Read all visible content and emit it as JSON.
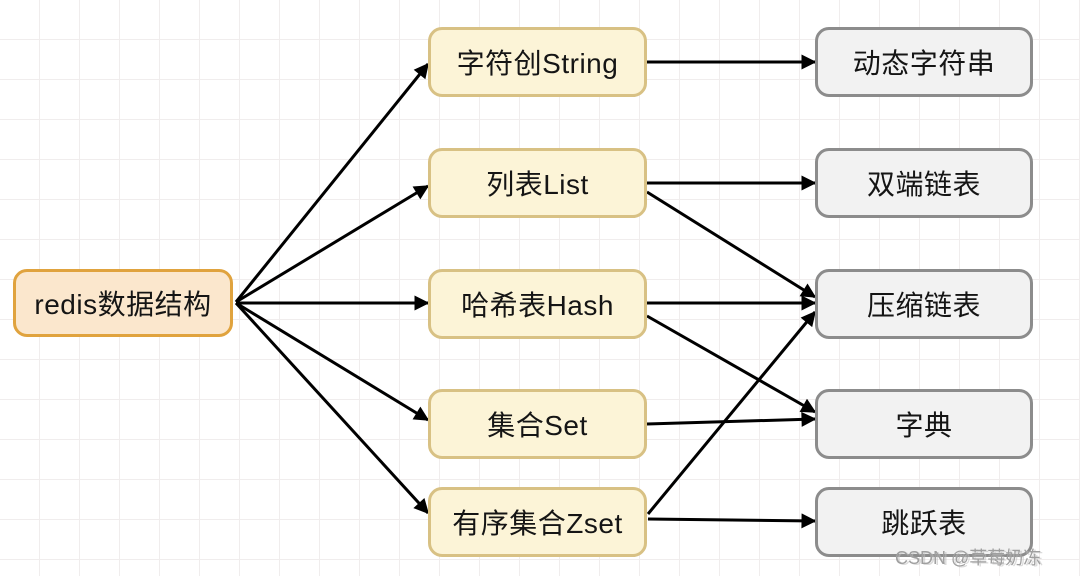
{
  "colors": {
    "root_fill": "#fbe7cd",
    "root_border": "#e0a33e",
    "middle_fill": "#fcf4d7",
    "middle_border": "#d8c184",
    "right_fill": "#f2f2f2",
    "right_border": "#8c8c8c",
    "arrow": "#000000",
    "grid": "#f0eded"
  },
  "diagram": {
    "root": {
      "label": "redis数据结构"
    },
    "middle": [
      {
        "label": "字符创String"
      },
      {
        "label": "列表List"
      },
      {
        "label": "哈希表Hash"
      },
      {
        "label": "集合Set"
      },
      {
        "label": "有序集合Zset"
      }
    ],
    "right": [
      {
        "label": "动态字符串"
      },
      {
        "label": "双端链表"
      },
      {
        "label": "压缩链表"
      },
      {
        "label": "字典"
      },
      {
        "label": "跳跃表"
      }
    ],
    "edges": [
      {
        "from": "redis数据结构",
        "to": "字符创String"
      },
      {
        "from": "redis数据结构",
        "to": "列表List"
      },
      {
        "from": "redis数据结构",
        "to": "哈希表Hash"
      },
      {
        "from": "redis数据结构",
        "to": "集合Set"
      },
      {
        "from": "redis数据结构",
        "to": "有序集合Zset"
      },
      {
        "from": "字符创String",
        "to": "动态字符串"
      },
      {
        "from": "列表List",
        "to": "双端链表"
      },
      {
        "from": "列表List",
        "to": "压缩链表"
      },
      {
        "from": "哈希表Hash",
        "to": "压缩链表"
      },
      {
        "from": "哈希表Hash",
        "to": "字典"
      },
      {
        "from": "集合Set",
        "to": "字典"
      },
      {
        "from": "有序集合Zset",
        "to": "压缩链表"
      },
      {
        "from": "有序集合Zset",
        "to": "跳跃表"
      }
    ]
  },
  "watermark": {
    "text": "CSDN @草莓奶冻"
  }
}
